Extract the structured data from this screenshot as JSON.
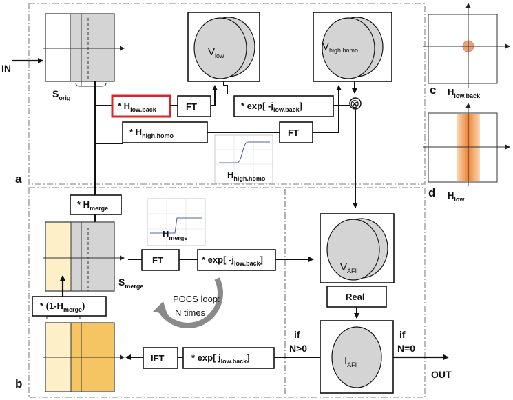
{
  "panels": {
    "a": "a",
    "b": "b",
    "c": "c",
    "d": "d"
  },
  "io": {
    "input": "IN",
    "output": "OUT"
  },
  "images": {
    "s_orig": {
      "main": "S",
      "sub": "orig"
    },
    "s_merge": {
      "main": "S",
      "sub": "merge"
    },
    "h_low_back": {
      "main": "H",
      "sub": "low.back"
    },
    "h_low": {
      "main": "H",
      "sub": "low"
    }
  },
  "volumes": {
    "v_low": {
      "main": "V",
      "sub": "low"
    },
    "v_high_homo": {
      "main": "V",
      "sub": "high.homo"
    },
    "v_afi": {
      "main": "V",
      "sub": "AFI"
    },
    "i_afi": {
      "main": "I",
      "sub": "AFI"
    }
  },
  "operations": {
    "h_low_back": {
      "prefix": "* H",
      "sub": "low.back"
    },
    "h_high_homo": {
      "prefix": "* H",
      "sub": "high.homo"
    },
    "ft_top": "FT",
    "ft_mid": "FT",
    "ft_bottom": "FT",
    "exp_top": {
      "prefix": "* exp[ -j",
      "sub": "low.back",
      "suffix": "]"
    },
    "exp_mid": {
      "prefix": "* exp[ -j",
      "sub": "low.back",
      "suffix": "]"
    },
    "h_merge": {
      "prefix": "* H",
      "sub": "merge"
    },
    "one_minus_h_merge": {
      "prefix": "* (1-H",
      "sub": "merge",
      "suffix": ")"
    },
    "ift": "IFT",
    "exp_inv": {
      "prefix": "* exp[ j",
      "sub": "low.back",
      "suffix": "]"
    },
    "real": "Real",
    "multiply": "⊗"
  },
  "filter_plots": {
    "high_homo": {
      "main": "H",
      "sub": "high.homo"
    },
    "merge": {
      "main": "H",
      "sub": "merge"
    }
  },
  "loop": {
    "line1": "POCS  loop:",
    "line2": "N times"
  },
  "branches": {
    "if_left": {
      "line1": "if",
      "line2": "N>0"
    },
    "if_right": {
      "line1": "if",
      "line2": "N=0"
    }
  },
  "colors": {
    "highlight_border": "#d9262b",
    "gray_fill": "#d4d4d4",
    "light_yellow": "#fdf0c8",
    "gold": "#f5c463",
    "orange": "#ee8a3c",
    "dashed_frame": "#aaaaaa",
    "loop_arrow": "#8a8a8a"
  }
}
